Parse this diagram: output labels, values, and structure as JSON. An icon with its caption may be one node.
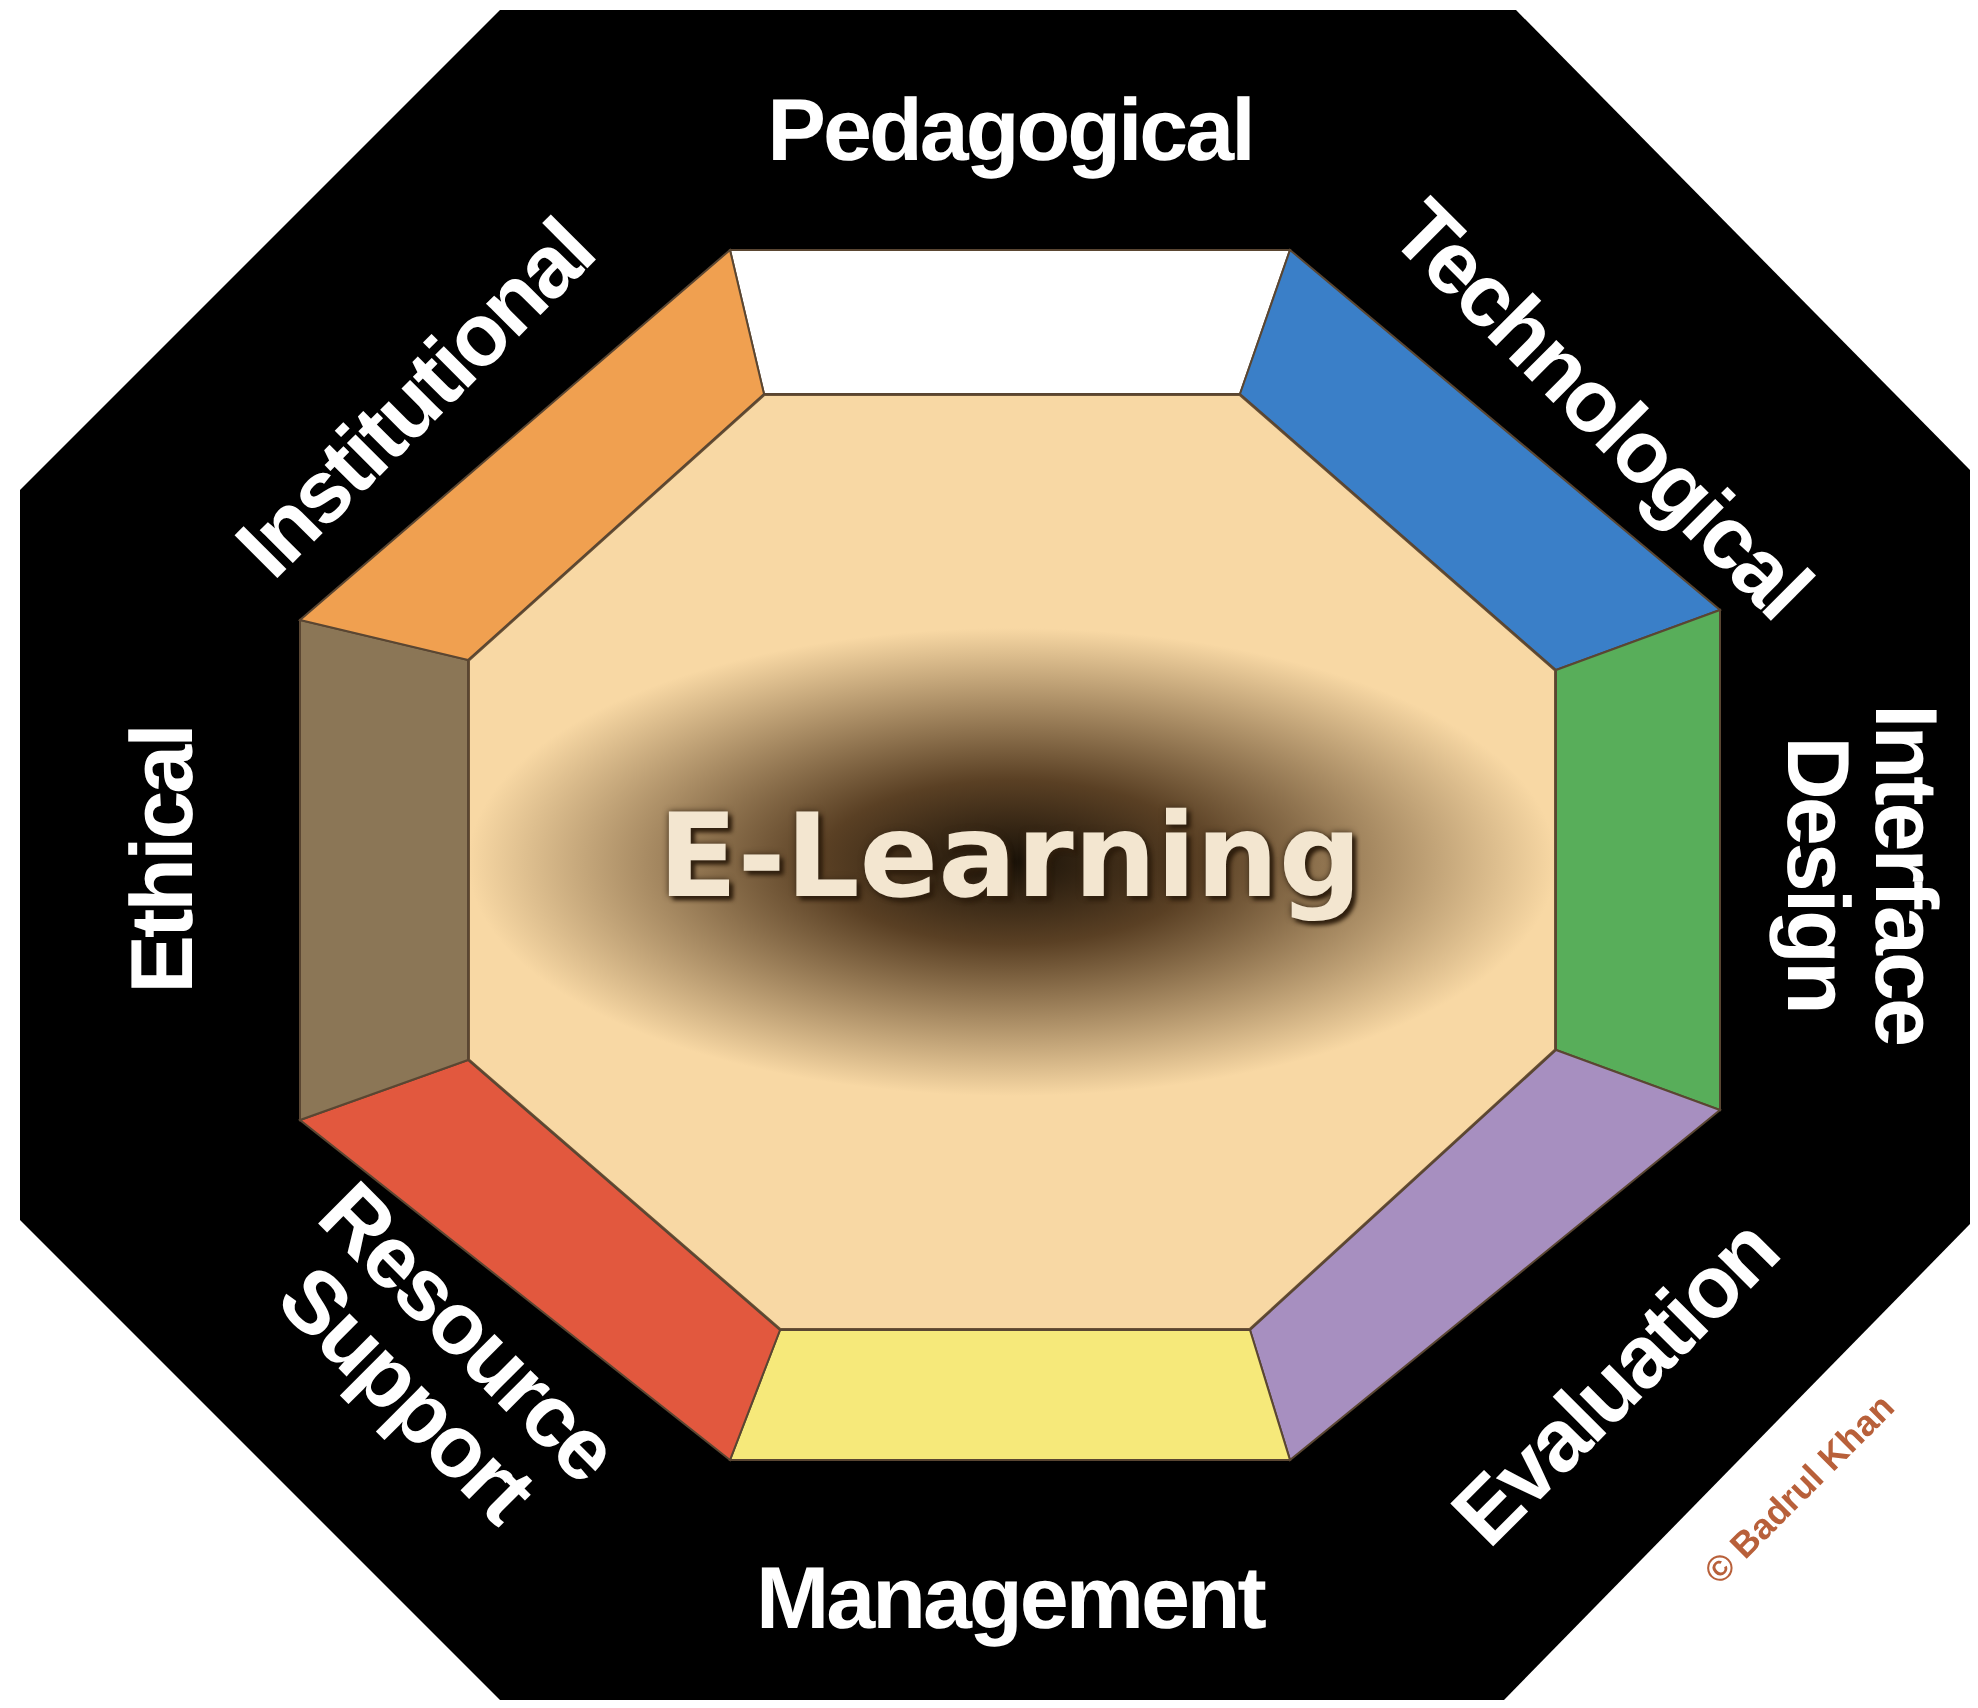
{
  "diagram": {
    "nodes": [
      {
        "text": [
          "Pedagogical"
        ]
      },
      {
        "text": [
          "Technological"
        ]
      },
      {
        "text": [
          "Interface Design"
        ]
      },
      {
        "text": [
          "Evaluation"
        ]
      },
      {
        "text": [
          "Management"
        ]
      },
      {
        "text": [
          "Resource Support"
        ]
      },
      {
        "text": [
          "Ethical"
        ]
      },
      {
        "text": [
          "Institutional"
        ]
      },
      {
        "text": [
          "E-Learning"
        ]
      }
    ],
    "labels": [
      "© Badrul Khan"
    ]
  }
}
